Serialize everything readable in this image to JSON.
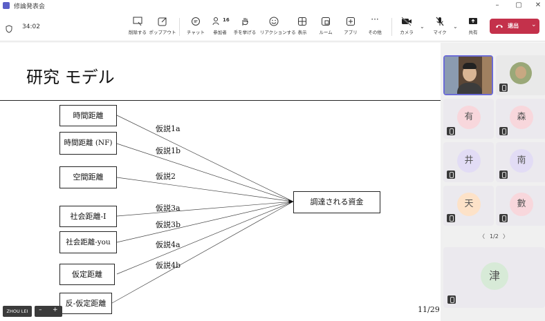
{
  "window": {
    "title": "修論発表会"
  },
  "toolbar": {
    "timer": "34:02",
    "buttons": [
      {
        "key": "share-select",
        "label": "削除する"
      },
      {
        "key": "popout",
        "label": "ポップアウト"
      },
      {
        "key": "chat",
        "label": "チャット"
      },
      {
        "key": "participants",
        "label": "参加者",
        "count": "16"
      },
      {
        "key": "raise-hand",
        "label": "手を挙げる"
      },
      {
        "key": "reactions",
        "label": "リアクションする"
      },
      {
        "key": "view",
        "label": "表示"
      },
      {
        "key": "rooms",
        "label": "ルーム"
      },
      {
        "key": "apps",
        "label": "アプリ"
      },
      {
        "key": "more",
        "label": "その他"
      },
      {
        "key": "camera",
        "label": "カメラ"
      },
      {
        "key": "mic",
        "label": "マイク"
      },
      {
        "key": "share",
        "label": "共有"
      }
    ],
    "leave_label": "退出"
  },
  "slide": {
    "title": "研究 モデル",
    "left_boxes": [
      "時間距離",
      "時間距離 (NF)",
      "空間距離",
      "社会距離-I",
      "社会距離-you",
      "仮定距離",
      "反-仮定距離"
    ],
    "target_box": "調達される資金",
    "hypotheses": [
      "仮説1a",
      "仮説1b",
      "仮説2",
      "仮説3a",
      "仮説3b",
      "仮説4a",
      "仮説4b"
    ],
    "page_number": "11/29"
  },
  "presenter": {
    "name_tag": "ZHOU LEI"
  },
  "gallery": {
    "tiles": [
      {
        "initial": "",
        "kind": "video"
      },
      {
        "initial": "",
        "kind": "photo"
      },
      {
        "initial": "有",
        "color": "#f8d7dc"
      },
      {
        "initial": "森",
        "color": "#f8d7dc"
      },
      {
        "initial": "井",
        "color": "#e2dcf5"
      },
      {
        "initial": "南",
        "color": "#e2dcf5"
      },
      {
        "initial": "天",
        "color": "#fde2c8"
      },
      {
        "initial": "數",
        "color": "#f8d7dc"
      }
    ],
    "pager": "1/2",
    "large_initial": "津"
  }
}
